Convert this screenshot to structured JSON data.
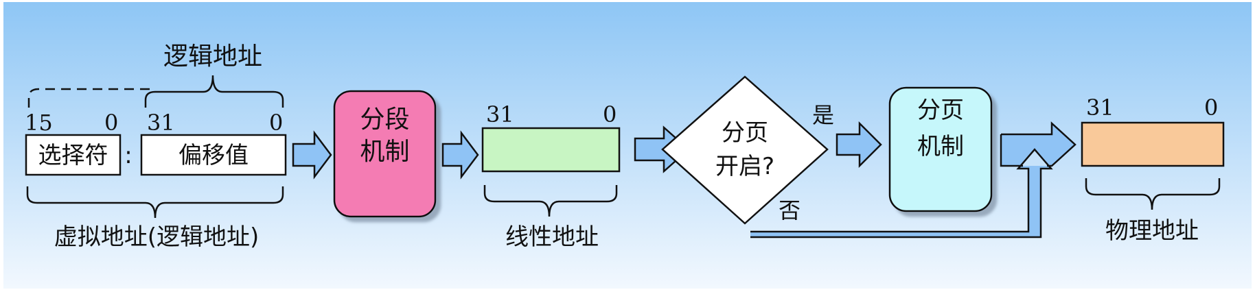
{
  "background": {
    "top_color": "#8ec6f5",
    "bottom_color": "#f2f8fe"
  },
  "logical_address_top": "逻辑地址",
  "virtual_address": {
    "selector_bits": {
      "high": "15",
      "low": "0"
    },
    "offset_bits": {
      "high": "31",
      "low": "0"
    },
    "selector_label": "选择符",
    "separator": ":",
    "offset_label": "偏移值",
    "caption": "虚拟地址(逻辑地址)"
  },
  "segmentation": {
    "line1": "分段",
    "line2": "机制",
    "fill_color": "#f47bb3"
  },
  "linear_address": {
    "bits": {
      "high": "31",
      "low": "0"
    },
    "caption": "线性地址",
    "fill_color": "#c8f5c3"
  },
  "paging_decision": {
    "line1": "分页",
    "line2": "开启?",
    "yes_label": "是",
    "no_label": "否"
  },
  "paging": {
    "line1": "分页",
    "line2": "机制",
    "fill_color": "#c6f7fb"
  },
  "physical_address": {
    "bits": {
      "high": "31",
      "low": "0"
    },
    "caption": "物理地址",
    "fill_color": "#f9c99a"
  },
  "arrow_color": "#8fc3f5"
}
